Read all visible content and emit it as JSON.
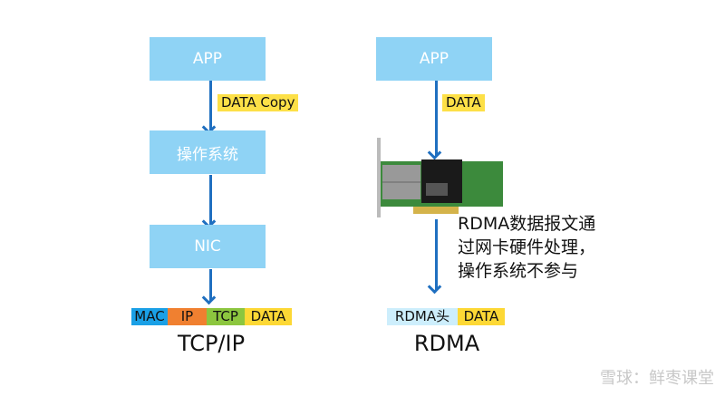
{
  "tcpip": {
    "app": "APP",
    "copy_label": "DATA Copy",
    "os": "操作系统",
    "nic": "NIC",
    "headers": [
      {
        "label": "MAC",
        "color": "#1aa0e6"
      },
      {
        "label": "IP",
        "color": "#f08030"
      },
      {
        "label": "TCP",
        "color": "#8cc63f"
      },
      {
        "label": "DATA",
        "color": "#fdd835"
      }
    ],
    "caption": "TCP/IP"
  },
  "rdma": {
    "app": "APP",
    "data_label": "DATA",
    "note": [
      "RDMA数据报文通",
      "过网卡硬件处理，",
      "操作系统不参与"
    ],
    "headers": [
      {
        "label": "RDMA头",
        "color": "#cdeefc"
      },
      {
        "label": "DATA",
        "color": "#fdd835"
      }
    ],
    "caption": "RDMA"
  },
  "watermark": "雪球：鲜枣课堂"
}
